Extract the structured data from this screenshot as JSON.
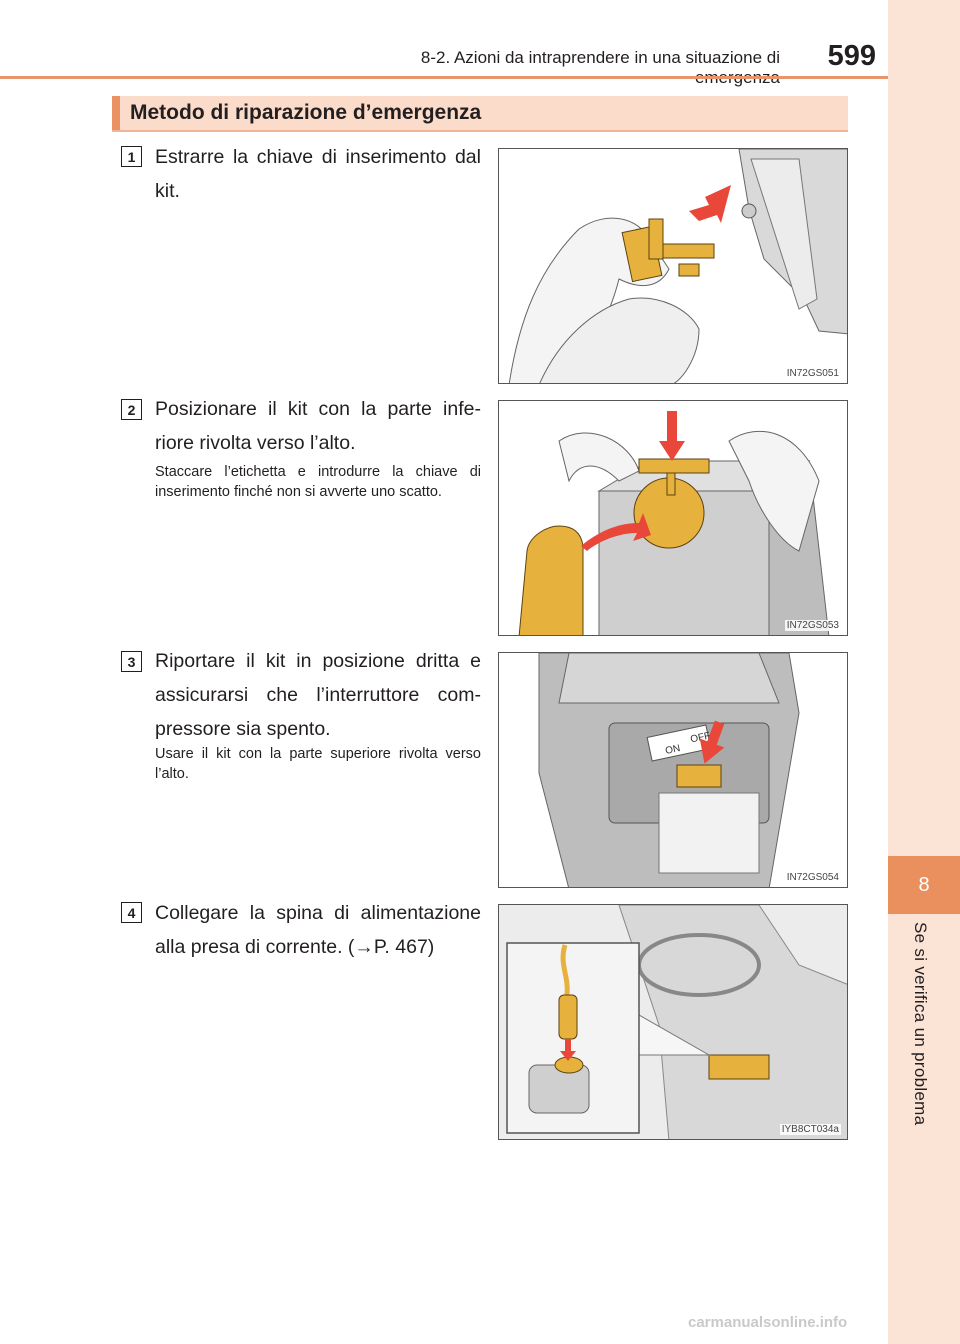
{
  "header": {
    "chapter_title": "8-2. Azioni da intraprendere in una situazione di emergenza",
    "page_number": "599"
  },
  "side_tab": {
    "chapter_number": "8",
    "chapter_name": "Se si verifica un problema"
  },
  "section": {
    "title": "Metodo di riparazione d’emergenza"
  },
  "steps": [
    {
      "number": "1",
      "main": "Estrarre la chiave di inserimento dal kit.",
      "sub": "",
      "figure_code": "IN72GS051"
    },
    {
      "number": "2",
      "main": "Posizionare il kit con la parte infe-riore rivolta verso l’alto.",
      "sub": "Staccare l’etichetta e introdurre la chiave di inserimento finché non si avverte uno scatto.",
      "figure_code": "IN72GS053"
    },
    {
      "number": "3",
      "main": "Riportare il kit in posizione dritta e assicurarsi che l’interruttore com-pressore sia spento.",
      "sub": "Usare il kit con la parte superiore rivolta verso l’alto.",
      "figure_code": "IN72GS054",
      "switch_on": "ON",
      "switch_off": "OFF"
    },
    {
      "number": "4",
      "main": "Collegare la spina di alimentazione alla presa di corrente. (→P. 467)",
      "sub": "",
      "figure_code": "IYB8CT034a"
    }
  ],
  "watermark": "carmanualsonline.info",
  "colors": {
    "accent": "#e9905e",
    "accent_light": "#fbe3d5",
    "arrow_red": "#e8473a",
    "part_yellow": "#e7b13d"
  }
}
